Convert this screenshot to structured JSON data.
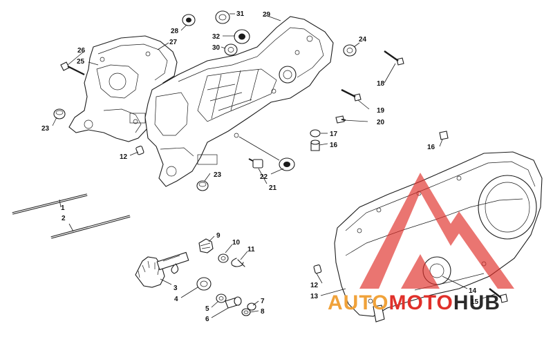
{
  "callouts": [
    {
      "id": "c1",
      "label": "1"
    },
    {
      "id": "c2",
      "label": "2"
    },
    {
      "id": "c3",
      "label": "3"
    },
    {
      "id": "c4",
      "label": "4"
    },
    {
      "id": "c5",
      "label": "5"
    },
    {
      "id": "c6",
      "label": "6"
    },
    {
      "id": "c7",
      "label": "7"
    },
    {
      "id": "c8",
      "label": "8"
    },
    {
      "id": "c9",
      "label": "9"
    },
    {
      "id": "c10",
      "label": "10"
    },
    {
      "id": "c11",
      "label": "11"
    },
    {
      "id": "c12a",
      "label": "12"
    },
    {
      "id": "c12b",
      "label": "12"
    },
    {
      "id": "c13",
      "label": "13"
    },
    {
      "id": "c14",
      "label": "14"
    },
    {
      "id": "c15",
      "label": "15"
    },
    {
      "id": "c16a",
      "label": "16"
    },
    {
      "id": "c16b",
      "label": "16"
    },
    {
      "id": "c17",
      "label": "17"
    },
    {
      "id": "c18",
      "label": "18"
    },
    {
      "id": "c19",
      "label": "19"
    },
    {
      "id": "c20",
      "label": "20"
    },
    {
      "id": "c21",
      "label": "21"
    },
    {
      "id": "c22",
      "label": "22"
    },
    {
      "id": "c23a",
      "label": "23"
    },
    {
      "id": "c23b",
      "label": "23"
    },
    {
      "id": "c24",
      "label": "24"
    },
    {
      "id": "c25",
      "label": "25"
    },
    {
      "id": "c26",
      "label": "26"
    },
    {
      "id": "c27",
      "label": "27"
    },
    {
      "id": "c28",
      "label": "28"
    },
    {
      "id": "c29",
      "label": "29"
    },
    {
      "id": "c30",
      "label": "30"
    },
    {
      "id": "c31",
      "label": "31"
    },
    {
      "id": "c32",
      "label": "32"
    }
  ],
  "watermark": {
    "part1": "AUTO",
    "part2": "MOTO",
    "part3": "HUB",
    "color_red": "#e0302a",
    "color_orange": "#f0a23a",
    "color_dark": "#2b2b2b"
  }
}
